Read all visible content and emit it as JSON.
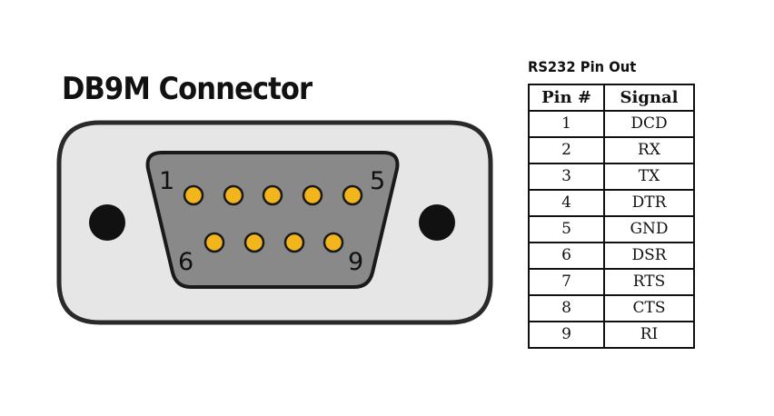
{
  "title": "DB9M Connector",
  "connector": {
    "pin_labels": {
      "first_top": "1",
      "last_top": "5",
      "first_bottom": "6",
      "last_bottom": "9"
    },
    "pin_count": 9,
    "colors": {
      "shell_fill": "#e6e6e6",
      "shell_stroke": "#2a2a2a",
      "face_fill": "#898989",
      "pin_fill": "#f2b51c",
      "pin_stroke": "#1a1a1a",
      "mount_hole": "#111111"
    }
  },
  "pinout": {
    "title": "RS232 Pin Out",
    "headers": [
      "Pin #",
      "Signal"
    ],
    "rows": [
      {
        "pin": "1",
        "signal": "DCD"
      },
      {
        "pin": "2",
        "signal": "RX"
      },
      {
        "pin": "3",
        "signal": "TX"
      },
      {
        "pin": "4",
        "signal": "DTR"
      },
      {
        "pin": "5",
        "signal": "GND"
      },
      {
        "pin": "6",
        "signal": "DSR"
      },
      {
        "pin": "7",
        "signal": "RTS"
      },
      {
        "pin": "8",
        "signal": "CTS"
      },
      {
        "pin": "9",
        "signal": "RI"
      }
    ]
  }
}
